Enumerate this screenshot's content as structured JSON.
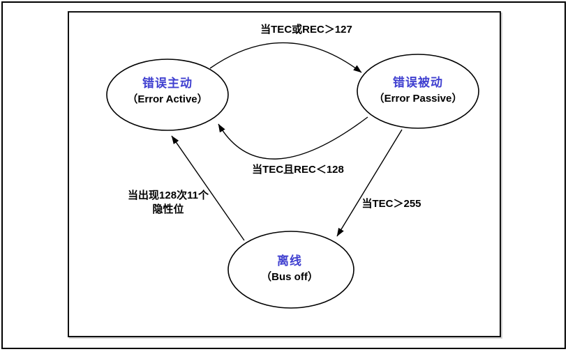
{
  "diagram": {
    "states": {
      "error_active": {
        "zh": "错误主动",
        "en": "（Error Active）"
      },
      "error_passive": {
        "zh": "错误被动",
        "en": "（Error Passive）"
      },
      "bus_off": {
        "zh": "离线",
        "en": "（Bus off）"
      }
    },
    "transitions": {
      "active_to_passive": {
        "from": "error_active",
        "to": "error_passive",
        "label": "当TEC或REC＞127"
      },
      "passive_to_active": {
        "from": "error_passive",
        "to": "error_active",
        "label": "当TEC且REC＜128"
      },
      "passive_to_busoff": {
        "from": "error_passive",
        "to": "bus_off",
        "label": "当TEC＞255"
      },
      "busoff_to_active": {
        "from": "bus_off",
        "to": "error_active",
        "label_line1": "当出现128次11个",
        "label_line2": "隐性位"
      }
    },
    "colors": {
      "state_name_zh": "#4040d0",
      "stroke": "#000000",
      "background": "#ffffff"
    }
  }
}
